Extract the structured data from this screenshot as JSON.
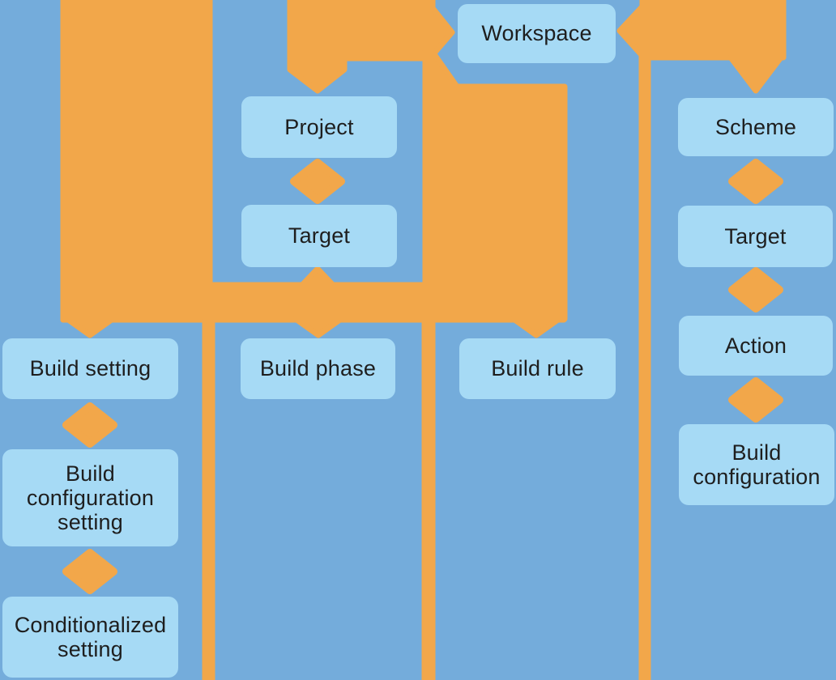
{
  "colors": {
    "background": "#74ACDB",
    "connector": "#F2A74A",
    "node_fill": "#A6DAF5",
    "node_text": "#1E1E1E"
  },
  "nodes": [
    {
      "id": "workspace",
      "label": "Workspace"
    },
    {
      "id": "project",
      "label": "Project"
    },
    {
      "id": "target_mid",
      "label": "Target"
    },
    {
      "id": "scheme",
      "label": "Scheme"
    },
    {
      "id": "target_right",
      "label": "Target"
    },
    {
      "id": "action",
      "label": "Action"
    },
    {
      "id": "build_configuration",
      "label": "Build configuration"
    },
    {
      "id": "build_setting",
      "label": "Build setting"
    },
    {
      "id": "build_phase",
      "label": "Build phase"
    },
    {
      "id": "build_rule",
      "label": "Build rule"
    },
    {
      "id": "build_configuration_setting",
      "label": "Build configuration setting"
    },
    {
      "id": "conditionalized_setting",
      "label": "Conditionalized setting"
    }
  ],
  "connectors": {
    "diamond_count": 6,
    "down_arrow_targets": [
      "Project",
      "Scheme",
      "Build setting",
      "Build phase",
      "Build rule"
    ],
    "side_arrow_target": "Workspace"
  }
}
